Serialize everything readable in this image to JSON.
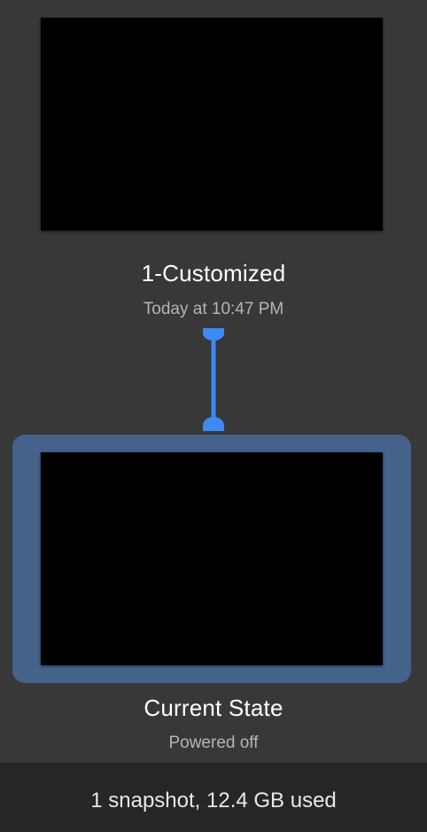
{
  "snapshots": [
    {
      "name": "1-Customized",
      "subtitle": "Today at 10:47 PM"
    },
    {
      "name": "Current State",
      "subtitle": "Powered off"
    }
  ],
  "connector": {
    "color": "#3d8af7"
  },
  "selection_color": "#44628a",
  "footer": {
    "status": "1 snapshot, 12.4 GB used"
  }
}
